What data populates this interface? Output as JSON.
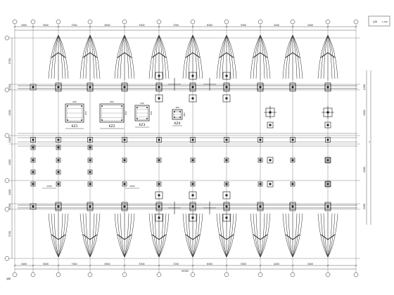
{
  "drawing": {
    "bay_dimensions_top": [
      "3400",
      "5000",
      "7300",
      "6300",
      "5300",
      "7200",
      "6300",
      "5300",
      "4200",
      "3400"
    ],
    "bay_dimensions_bottom": [
      "3400",
      "5000",
      "7300",
      "6300",
      "5300",
      "7200",
      "6300",
      "5300",
      "4200",
      "3400"
    ],
    "total_dimension": "50300",
    "left_dimensions": [
      "5700",
      "1200",
      "4300",
      "2400",
      "4300",
      "4000",
      "1200",
      "5700"
    ],
    "right_dimensions": [
      "1200",
      "4300",
      "4000",
      "1200"
    ],
    "column_details": [
      {
        "name": "KZ1",
        "width": "600",
        "height": "600"
      },
      {
        "name": "KZ2",
        "width": "800",
        "height": "600"
      },
      {
        "name": "KZ3",
        "width": "500",
        "height": "500"
      },
      {
        "name": "KZ4",
        "width": "400",
        "height": "400"
      }
    ],
    "footing_dimension_h": "2500",
    "footing_dimension_v": "2000",
    "side_note": "3",
    "corner_mark": "说明",
    "top_right_labels": [
      "比例",
      "1:100"
    ]
  }
}
